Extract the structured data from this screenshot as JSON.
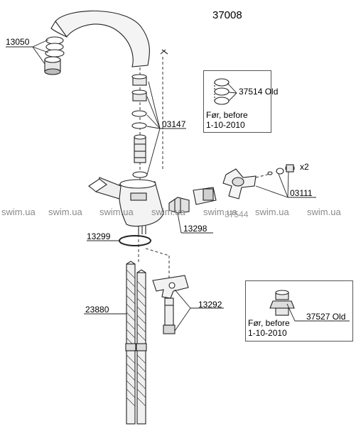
{
  "diagram": {
    "model_number": "37008",
    "parts": {
      "p13050": "13050",
      "p03147": "03147",
      "p37514": "37514 Old",
      "p03111": "03111",
      "x2": "x2",
      "p13298": "13298",
      "p13299": "13299",
      "p37544": "37544",
      "p23880": "23880",
      "p13292": "13292",
      "p37527": "37527 Old"
    },
    "note_box_1": {
      "line1": "Før, before",
      "line2": "1-10-2010"
    },
    "note_box_2": {
      "line1": "Før, before",
      "line2": "1-10-2010"
    },
    "watermark": "swim.ua",
    "watermarks": [
      "swim.ua",
      "swim.ua",
      "swim.ua",
      "swim.ua",
      "swim.ua",
      "swim.ua",
      "swim.ua"
    ]
  }
}
